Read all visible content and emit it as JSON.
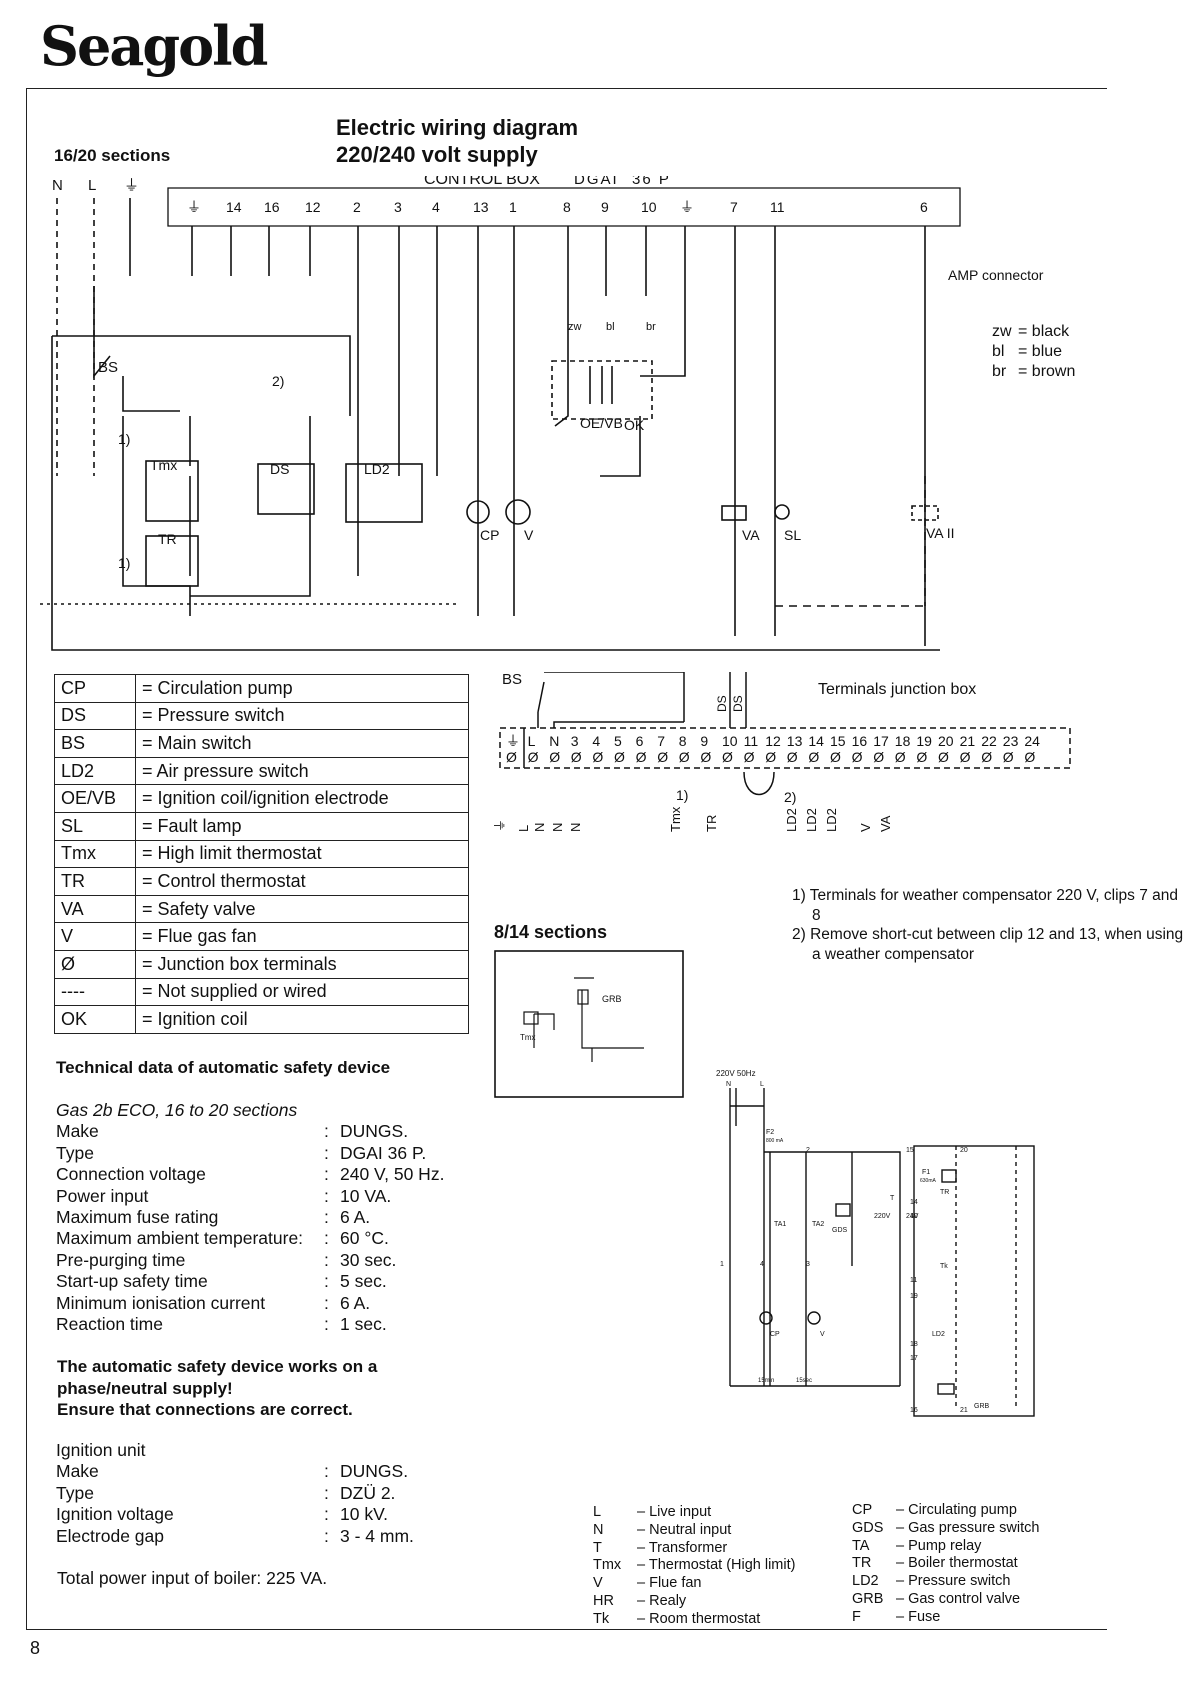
{
  "brand": "Seagold",
  "title": {
    "line1": "Electric wiring diagram",
    "line2": "220/240 volt supply"
  },
  "section_label": "16/20 sections",
  "control_box": {
    "label": "CONTROL BOX",
    "model": "DGAI",
    "model_suffix": "36 P",
    "terminals": [
      "⏚",
      "14",
      "16",
      "12",
      "2",
      "3",
      "4",
      "13",
      "1",
      "8",
      "9",
      "10",
      "⏚",
      "7",
      "11",
      "6"
    ]
  },
  "diagram_labels": {
    "supply": [
      "N",
      "L",
      "⏚"
    ],
    "amp": "AMP connector",
    "bs": "BS",
    "ok": "OK",
    "oevb": "OE/VB",
    "cp": "CP",
    "v": "V",
    "va": "VA",
    "sl": "SL",
    "va2": "VA II",
    "tmx": "Tmx",
    "tr": "TR",
    "ds": "DS",
    "ld2": "LD2",
    "note1": "1)",
    "note2": "2)",
    "conn_zw": "zw",
    "conn_bl": "bl",
    "conn_br": "br"
  },
  "color_codes": [
    {
      "code": "zw",
      "meaning": "black"
    },
    {
      "code": "bl",
      "meaning": "blue"
    },
    {
      "code": "br",
      "meaning": "brown"
    }
  ],
  "legend": [
    {
      "code": "CP",
      "desc": "Circulation pump"
    },
    {
      "code": "DS",
      "desc": "Pressure switch"
    },
    {
      "code": "BS",
      "desc": "Main switch"
    },
    {
      "code": "LD2",
      "desc": "Air pressure switch"
    },
    {
      "code": "OE/VB",
      "desc": "Ignition coil/ignition electrode"
    },
    {
      "code": "SL",
      "desc": "Fault lamp"
    },
    {
      "code": "Tmx",
      "desc": "High limit thermostat"
    },
    {
      "code": "TR",
      "desc": "Control thermostat"
    },
    {
      "code": "VA",
      "desc": "Safety valve"
    },
    {
      "code": "V",
      "desc": "Flue gas fan"
    },
    {
      "code": "Ø",
      "desc": "Junction box terminals"
    },
    {
      "code": "----",
      "desc": "Not supplied or wired"
    },
    {
      "code": "OK",
      "desc": "Ignition coil"
    }
  ],
  "junction_box": {
    "title": "Terminals junction box",
    "terminals": [
      "⏚",
      "L",
      "N",
      "3",
      "4",
      "5",
      "6",
      "7",
      "8",
      "9",
      "10",
      "11",
      "12",
      "13",
      "14",
      "15",
      "16",
      "17",
      "18",
      "19",
      "20",
      "21",
      "22",
      "23",
      "24"
    ],
    "bottom_labels": [
      "⏚",
      "L",
      "N",
      "N",
      "N",
      "Tmx",
      "TR",
      "LD2",
      "LD2",
      "LD2",
      "V",
      "VA"
    ],
    "top_labels": [
      "BS",
      "DS",
      "DS"
    ]
  },
  "notes": [
    "1) Terminals for weather compensator 220 V, clips 7 and 8",
    "2) Remove short-cut between clip 12 and 13, when using a weather compensator"
  ],
  "small_section": {
    "label": "8/14 sections",
    "grb": "GRB",
    "tmx": "Tmx"
  },
  "technical": {
    "heading": "Technical data of automatic safety device",
    "subheading": "Gas 2b ECO, 16 to 20 sections",
    "rows": [
      {
        "k": "Make",
        "v": "DUNGS."
      },
      {
        "k": "Type",
        "v": "DGAI 36 P."
      },
      {
        "k": "Connection voltage",
        "v": "240 V, 50 Hz."
      },
      {
        "k": "Power input",
        "v": "10 VA."
      },
      {
        "k": "Maximum fuse rating",
        "v": "6 A."
      },
      {
        "k": "Maximum ambient temperature:",
        "v": "60 °C."
      },
      {
        "k": "Pre-purging time",
        "v": "30 sec."
      },
      {
        "k": "Start-up safety time",
        "v": "5 sec."
      },
      {
        "k": "Minimum ionisation current",
        "v": "6 A."
      },
      {
        "k": "Reaction time",
        "v": "1 sec."
      }
    ]
  },
  "warning": {
    "line1": "The automatic safety device works on a",
    "line2": "phase/neutral supply!",
    "line3": "Ensure that connections are correct."
  },
  "ignition": {
    "heading": "Ignition unit",
    "rows": [
      {
        "k": "Make",
        "v": "DUNGS."
      },
      {
        "k": "Type",
        "v": "DZÜ 2."
      },
      {
        "k": "Ignition voltage",
        "v": "10 kV."
      },
      {
        "k": "Electrode gap",
        "v": "3 - 4 mm."
      }
    ]
  },
  "total_power": "Total power input of boiler: 225 VA.",
  "small_diagram": {
    "supply": "220V 50Hz",
    "labels": {
      "n": "N",
      "l": "L",
      "f2": "F2",
      "f2_rating": "800 mA",
      "ta1": "TA1",
      "ta2": "TA2",
      "gds": "GDS",
      "t": "T",
      "v220": "220V",
      "v24": "24V",
      "f1": "F1",
      "f1_rating": "630mA",
      "tr": "TR",
      "tk": "Tk",
      "ld2": "LD2",
      "grb": "GRB",
      "cp": "CP",
      "v": "V",
      "t1": "15min",
      "t2": "15sec"
    },
    "nodes": [
      "2",
      "3",
      "4",
      "1",
      "15",
      "20",
      "14",
      "10",
      "11",
      "19",
      "18",
      "17",
      "16",
      "21"
    ]
  },
  "abbreviations_left": [
    {
      "k": "L",
      "v": "– Live input"
    },
    {
      "k": "N",
      "v": "– Neutral input"
    },
    {
      "k": "T",
      "v": "– Transformer"
    },
    {
      "k": "Tmx",
      "v": "– Thermostat (High limit)"
    },
    {
      "k": "V",
      "v": "– Flue fan"
    },
    {
      "k": "HR",
      "v": "– Realy"
    },
    {
      "k": "Tk",
      "v": "– Room thermostat"
    }
  ],
  "abbreviations_right": [
    {
      "k": "CP",
      "v": "– Circulating pump"
    },
    {
      "k": "GDS",
      "v": "– Gas pressure switch"
    },
    {
      "k": "TA",
      "v": "– Pump relay"
    },
    {
      "k": "TR",
      "v": "– Boiler thermostat"
    },
    {
      "k": "LD2",
      "v": "– Pressure switch"
    },
    {
      "k": "GRB",
      "v": "– Gas control valve"
    },
    {
      "k": "F",
      "v": "– Fuse"
    }
  ],
  "page_number": "8"
}
